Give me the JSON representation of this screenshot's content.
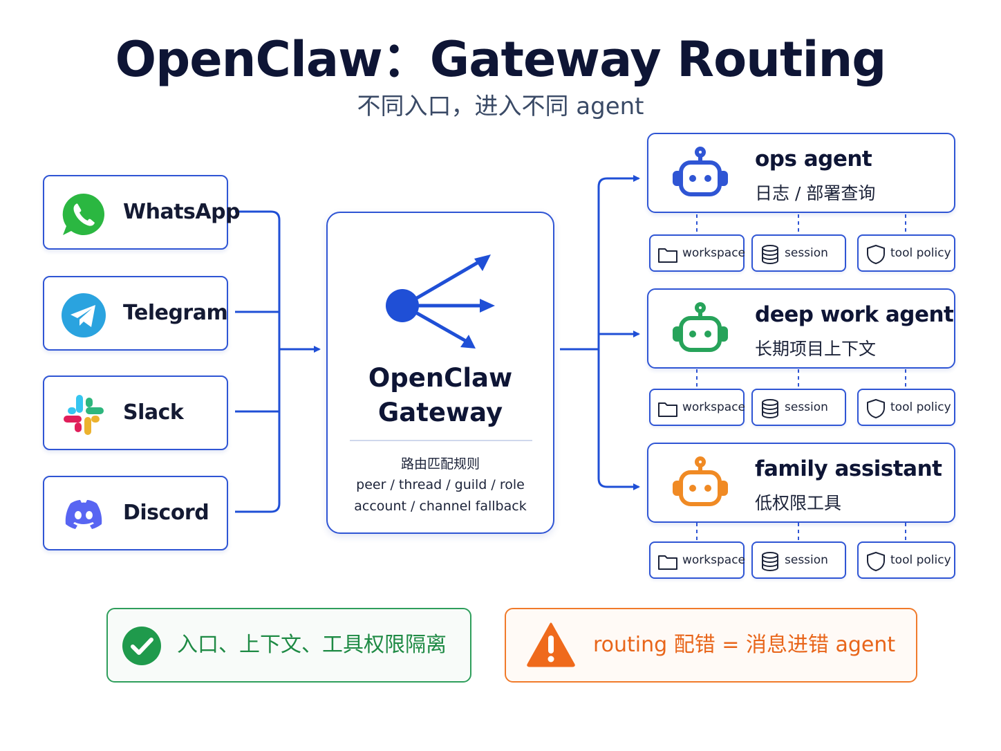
{
  "title": "OpenClaw：Gateway Routing",
  "subtitle": "不同入口，进入不同 agent",
  "channels": [
    {
      "label": "WhatsApp",
      "icon": "whatsapp-icon",
      "color": "#2bb741"
    },
    {
      "label": "Telegram",
      "icon": "telegram-icon",
      "color": "#2aa3df"
    },
    {
      "label": "Slack",
      "icon": "slack-icon",
      "color": "#e01e5a"
    },
    {
      "label": "Discord",
      "icon": "discord-icon",
      "color": "#5865f2"
    }
  ],
  "gateway": {
    "title_line1": "OpenClaw",
    "title_line2": "Gateway",
    "rules_heading": "路由匹配规则",
    "rules_line1": "peer / thread / guild / role",
    "rules_line2": "account / channel fallback",
    "icon": "routing-icon"
  },
  "agents": [
    {
      "name": "ops agent",
      "desc": "日志 / 部署查询",
      "color": "#2f55d4",
      "icon": "robot-icon"
    },
    {
      "name": "deep work agent",
      "desc": "长期项目上下文",
      "color": "#27a35a",
      "icon": "robot-icon"
    },
    {
      "name": "family assistant",
      "desc": "低权限工具",
      "color": "#f08a24",
      "icon": "robot-icon"
    }
  ],
  "resources": {
    "workspace": "workspace",
    "session": "session",
    "tool_policy": "tool policy"
  },
  "notes": {
    "ok": "入口、上下文、工具权限隔离",
    "warn": "routing 配错 = 消息进错 agent"
  },
  "colors": {
    "line": "#1f4fd6",
    "ok": "#2e9e5b",
    "warn": "#f07a2a"
  }
}
